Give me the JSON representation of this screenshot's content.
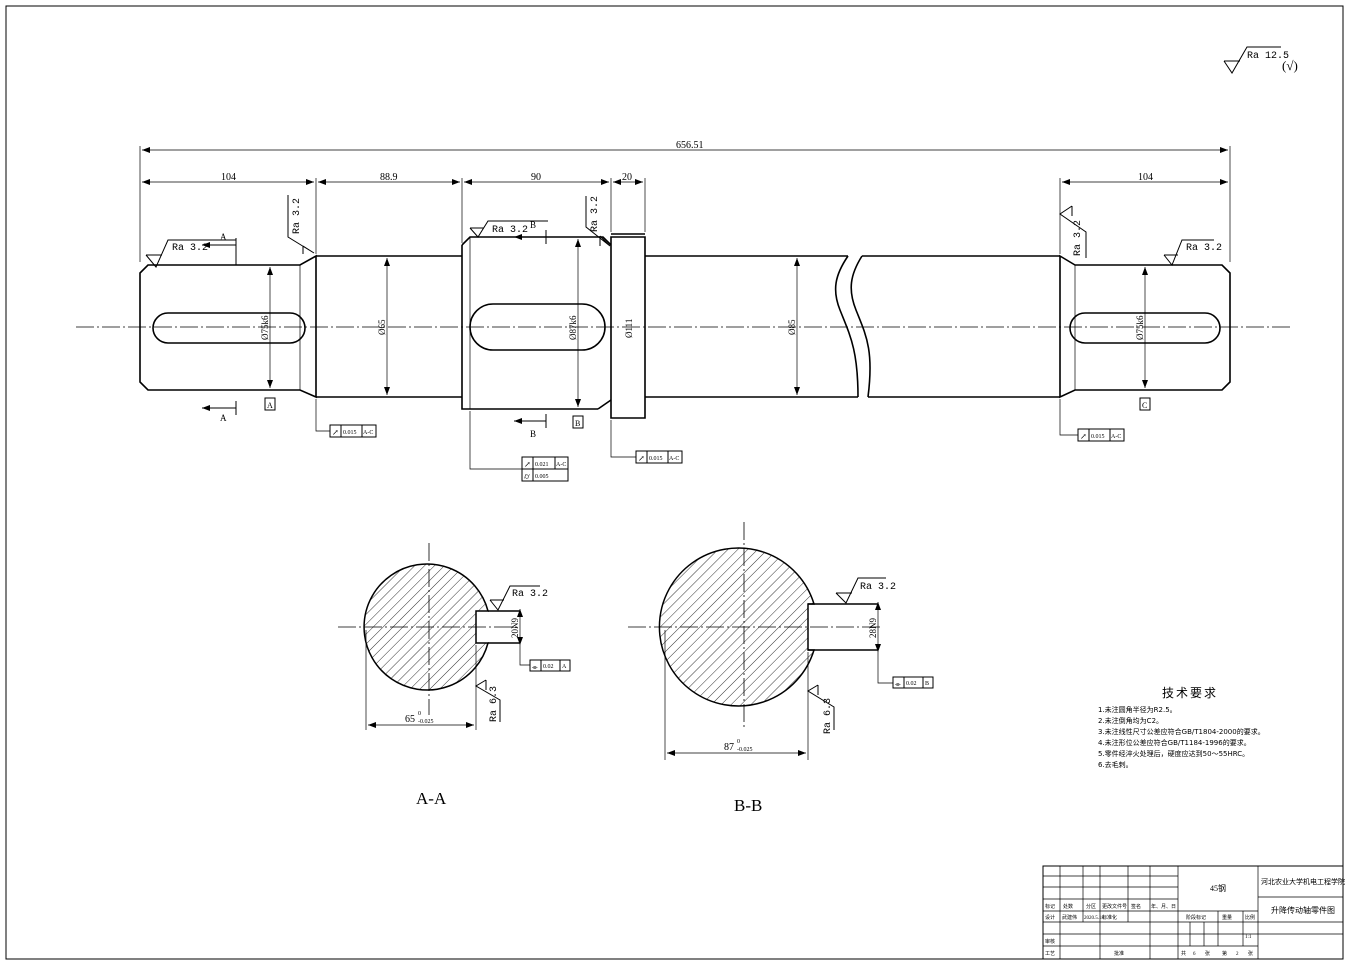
{
  "surface_roughness_note": {
    "value": "Ra 12.5",
    "paren": "(√)"
  },
  "dimensions": {
    "overall_length": "656.51",
    "left_journal_length": "104",
    "left_shaft_length": "88.9",
    "middle_journal_length": "90",
    "collar_length": "20",
    "right_journal_length": "104",
    "dia_left_journal": "Ø75k6",
    "dia_left_shaft": "Ø65",
    "dia_middle_journal": "Ø87k6",
    "dia_collar": "Ø111",
    "dia_right_shaft": "Ø85",
    "dia_right_journal": "Ø75k6"
  },
  "roughness_labels": [
    "Ra 3.2",
    "Ra 3.2",
    "Ra 3.2",
    "Ra 3.2",
    "Ra 3.2",
    "Ra 3.2",
    "Ra 3.2",
    "Ra 3.2",
    "Ra 6.3",
    "Ra 6.3"
  ],
  "section_markers": {
    "a": "A",
    "b": "B"
  },
  "datum_labels": [
    "A",
    "B",
    "C"
  ],
  "geometric_tolerances": [
    {
      "symbol": "↗",
      "value": "0.015",
      "datum": "A-C"
    },
    {
      "symbol": "↗",
      "value": "0.021",
      "datum": "A-C"
    },
    {
      "symbol": "⌭",
      "value": "0.005",
      "datum": ""
    },
    {
      "symbol": "↗",
      "value": "0.015",
      "datum": "A-C"
    },
    {
      "symbol": "↗",
      "value": "0.015",
      "datum": "A-C"
    },
    {
      "symbol": "⌯",
      "value": "0.02",
      "datum": "A"
    },
    {
      "symbol": "⌯",
      "value": "0.02",
      "datum": "B"
    }
  ],
  "section_views": {
    "aa": {
      "title": "A-A",
      "key_width": "20N9",
      "depth_dim": "65",
      "depth_tol_upper": "0",
      "depth_tol_lower": "-0.025"
    },
    "bb": {
      "title": "B-B",
      "key_width": "28N9",
      "depth_dim": "87",
      "depth_tol_upper": "0",
      "depth_tol_lower": "-0.025"
    }
  },
  "technical_requirements": {
    "title": "技术要求",
    "items": [
      "1.未注圆角半径为R2.5。",
      "2.未注倒角均为C2。",
      "3.未注线性尺寸公差应符合GB/T1804-2000的要求。",
      "4.未注形位公差应符合GB/T1184-1996的要求。",
      "5.零件经淬火处理后，硬度应达到50～55HRC。",
      "6.去毛刺。"
    ]
  },
  "title_block": {
    "material": "45钢",
    "institution": "河北农业大学机电工程学院",
    "drawing_name": "升降传动轴零件图",
    "headers": [
      "标记",
      "处数",
      "分区",
      "更改文件号",
      "签名",
      "年、月、日"
    ],
    "design_label": "设计",
    "designer": "武建伟",
    "date": "2020.5.18",
    "standardization": "标准化",
    "stage_mark": "阶段标记",
    "weight": "重量",
    "scale_label": "比例",
    "scale": "1:1",
    "review": "审核",
    "process": "工艺",
    "approve": "批准",
    "total": "共",
    "total_sheets": "6",
    "sheet_unit": "张",
    "sheet_label": "第",
    "sheet_no": "2",
    "sheet_unit2": "张"
  }
}
